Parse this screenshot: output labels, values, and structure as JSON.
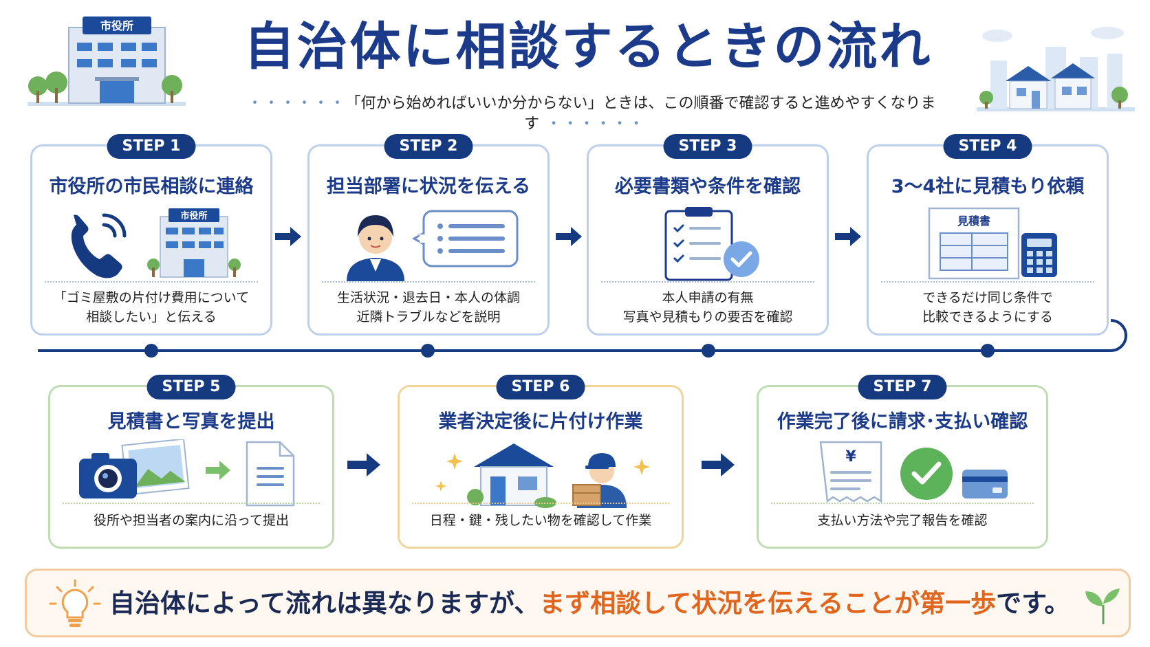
{
  "title": "自治体に相談するときの流れ",
  "subtitle": "「何から始めればいいか分からない」ときは、この順番で確認すると進めやすくなります",
  "city_hall_label": "市役所",
  "steps": [
    {
      "badge": "STEP 1",
      "title": "市役所の市民相談に連絡",
      "desc1": "「ゴミ屋敷の片付け費用について",
      "desc2": "相談したい」と伝える",
      "sign": "市役所"
    },
    {
      "badge": "STEP 2",
      "title": "担当部署に状況を伝える",
      "desc1": "生活状況・退去日・本人の体調",
      "desc2": "近隣トラブルなどを説明"
    },
    {
      "badge": "STEP 3",
      "title": "必要書類や条件を確認",
      "desc1": "本人申請の有無",
      "desc2": "写真や見積もりの要否を確認"
    },
    {
      "badge": "STEP 4",
      "title": "3〜4社に見積もり依頼",
      "desc1": "できるだけ同じ条件で",
      "desc2": "比較できるようにする",
      "doc_label": "見積書"
    },
    {
      "badge": "STEP 5",
      "title": "見積書と写真を提出",
      "desc1": "役所や担当者の案内に沿って提出"
    },
    {
      "badge": "STEP 6",
      "title": "業者決定後に片付け作業",
      "desc1": "日程・鍵・残したい物を確認して作業"
    },
    {
      "badge": "STEP 7",
      "title": "作業完了後に請求･支払い確認",
      "desc1": "支払い方法や完了報告を確認",
      "yen": "¥"
    }
  ],
  "bottom": {
    "text_pre": "自治体によって流れは異なりますが、",
    "text_highlight": "まず相談して状況を伝えることが第一歩",
    "text_post": "です。"
  },
  "colors": {
    "navy": "#163a80",
    "title_blue": "#1b3a8a",
    "accent_orange": "#e0661f",
    "check_green": "#5db35a"
  }
}
